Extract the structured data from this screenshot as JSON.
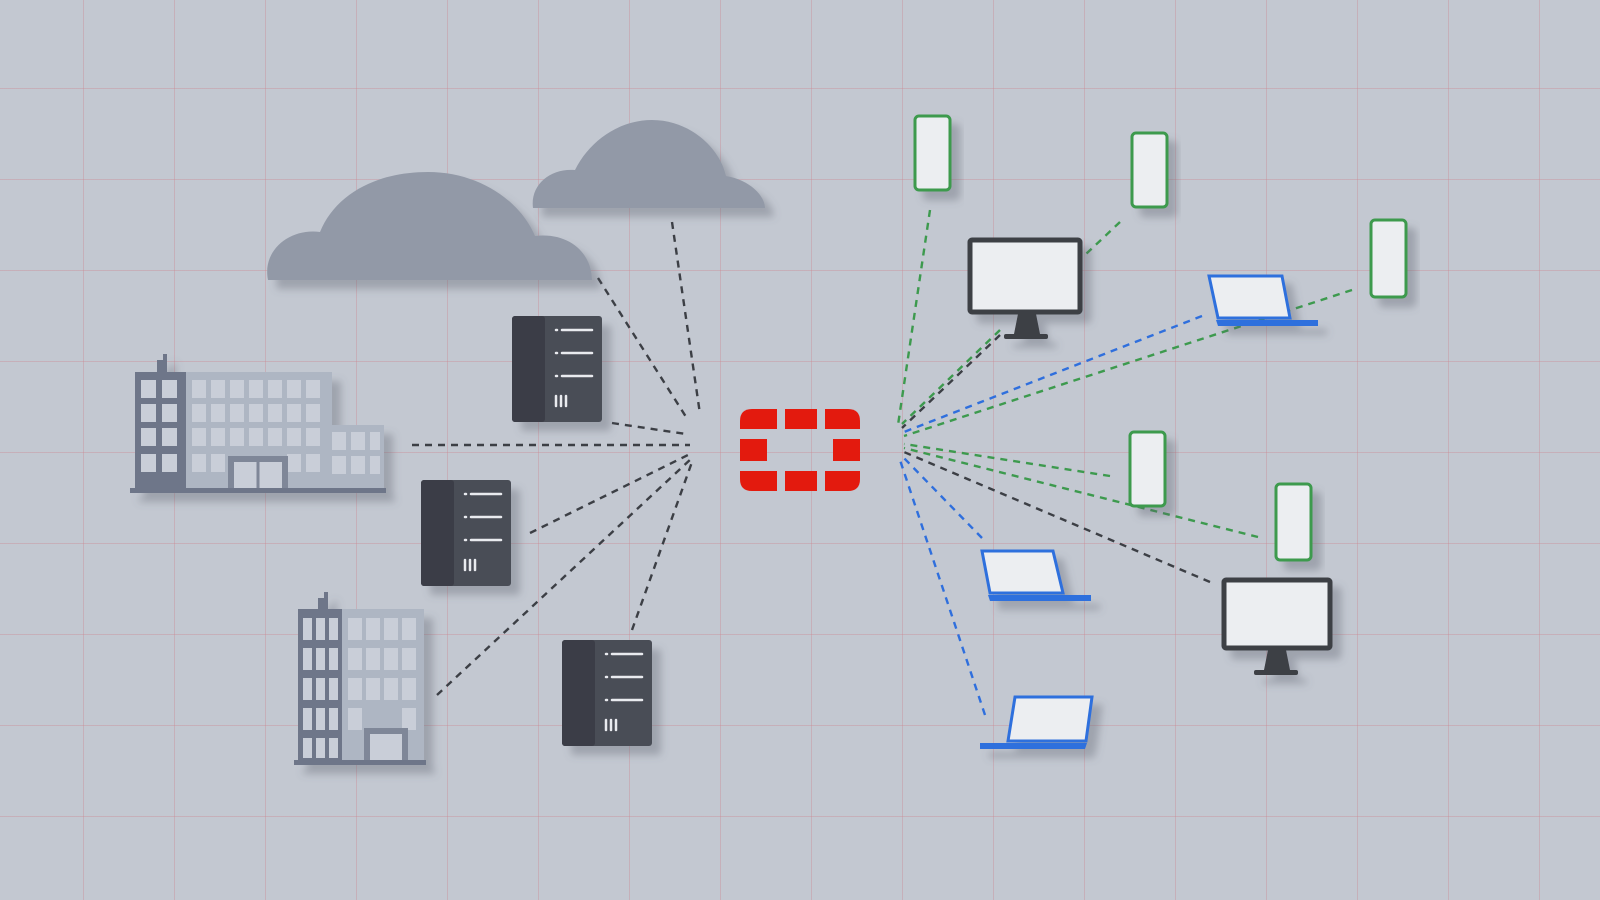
{
  "scene": {
    "background": "#c3c8d1",
    "grid_color": "#d4939c",
    "hub": {
      "icon": "fortinet-security-fabric-logo",
      "color": "#e31a0e"
    },
    "infrastructure": {
      "clouds": 2,
      "buildings": 2,
      "servers": 3
    },
    "endpoints": {
      "phones": 5,
      "monitors": 2,
      "laptops": 3
    },
    "link_colors": {
      "infrastructure": "#3c3f45",
      "phone": "#3d9a4e",
      "laptop": "#2f6fdd",
      "monitor": "#3c3f45"
    },
    "device_accents": {
      "phone": "#3d9a4e",
      "laptop": "#2f6fdd",
      "monitor": "#3c3f45"
    }
  }
}
